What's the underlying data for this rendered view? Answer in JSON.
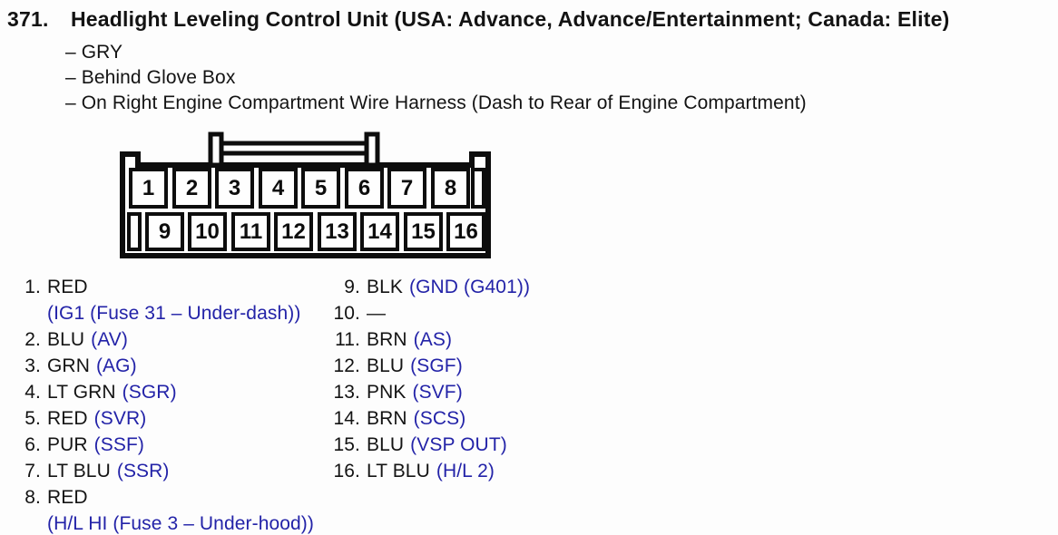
{
  "page": {
    "number": "371.",
    "title": "Headlight Leveling Control Unit (USA: Advance, Advance/Entertainment; Canada: Elite)",
    "details": [
      "– GRY",
      "– Behind Glove Box",
      "– On Right Engine Compartment Wire Harness (Dash to Rear of Engine Compartment)"
    ]
  },
  "colors": {
    "signal_blue": "#2323A8",
    "ink_black": "#131313",
    "paper_white": "#FDFDFD"
  },
  "connector": {
    "description": "16-pin connector, two rows",
    "top_pins": [
      "1",
      "2",
      "3",
      "4",
      "5",
      "6",
      "7",
      "8"
    ],
    "bottom_pins": [
      "9",
      "10",
      "11",
      "12",
      "13",
      "14",
      "15",
      "16"
    ]
  },
  "pin_list": {
    "left": [
      {
        "num": "1.",
        "wire": "RED",
        "signal": "(IG1 (Fuse 31 – Under-dash))"
      },
      {
        "num": "2.",
        "wire": "BLU",
        "signal": "(AV)"
      },
      {
        "num": "3.",
        "wire": "GRN",
        "signal": "(AG)"
      },
      {
        "num": "4.",
        "wire": "LT GRN",
        "signal": "(SGR)"
      },
      {
        "num": "5.",
        "wire": "RED",
        "signal": "(SVR)"
      },
      {
        "num": "6.",
        "wire": "PUR",
        "signal": "(SSF)"
      },
      {
        "num": "7.",
        "wire": "LT BLU",
        "signal": "(SSR)"
      },
      {
        "num": "8.",
        "wire": "RED",
        "signal": "(H/L HI (Fuse 3 – Under-hood))"
      }
    ],
    "right": [
      {
        "num": "9.",
        "wire": "BLK",
        "signal": "(GND (G401))"
      },
      {
        "num": "10.",
        "wire": "—",
        "signal": ""
      },
      {
        "num": "11.",
        "wire": "BRN",
        "signal": "(AS)"
      },
      {
        "num": "12.",
        "wire": "BLU",
        "signal": "(SGF)"
      },
      {
        "num": "13.",
        "wire": "PNK",
        "signal": "(SVF)"
      },
      {
        "num": "14.",
        "wire": "BRN",
        "signal": "(SCS)"
      },
      {
        "num": "15.",
        "wire": "BLU",
        "signal": "(VSP OUT)"
      },
      {
        "num": "16.",
        "wire": "LT BLU",
        "signal": "(H/L 2)"
      }
    ]
  }
}
